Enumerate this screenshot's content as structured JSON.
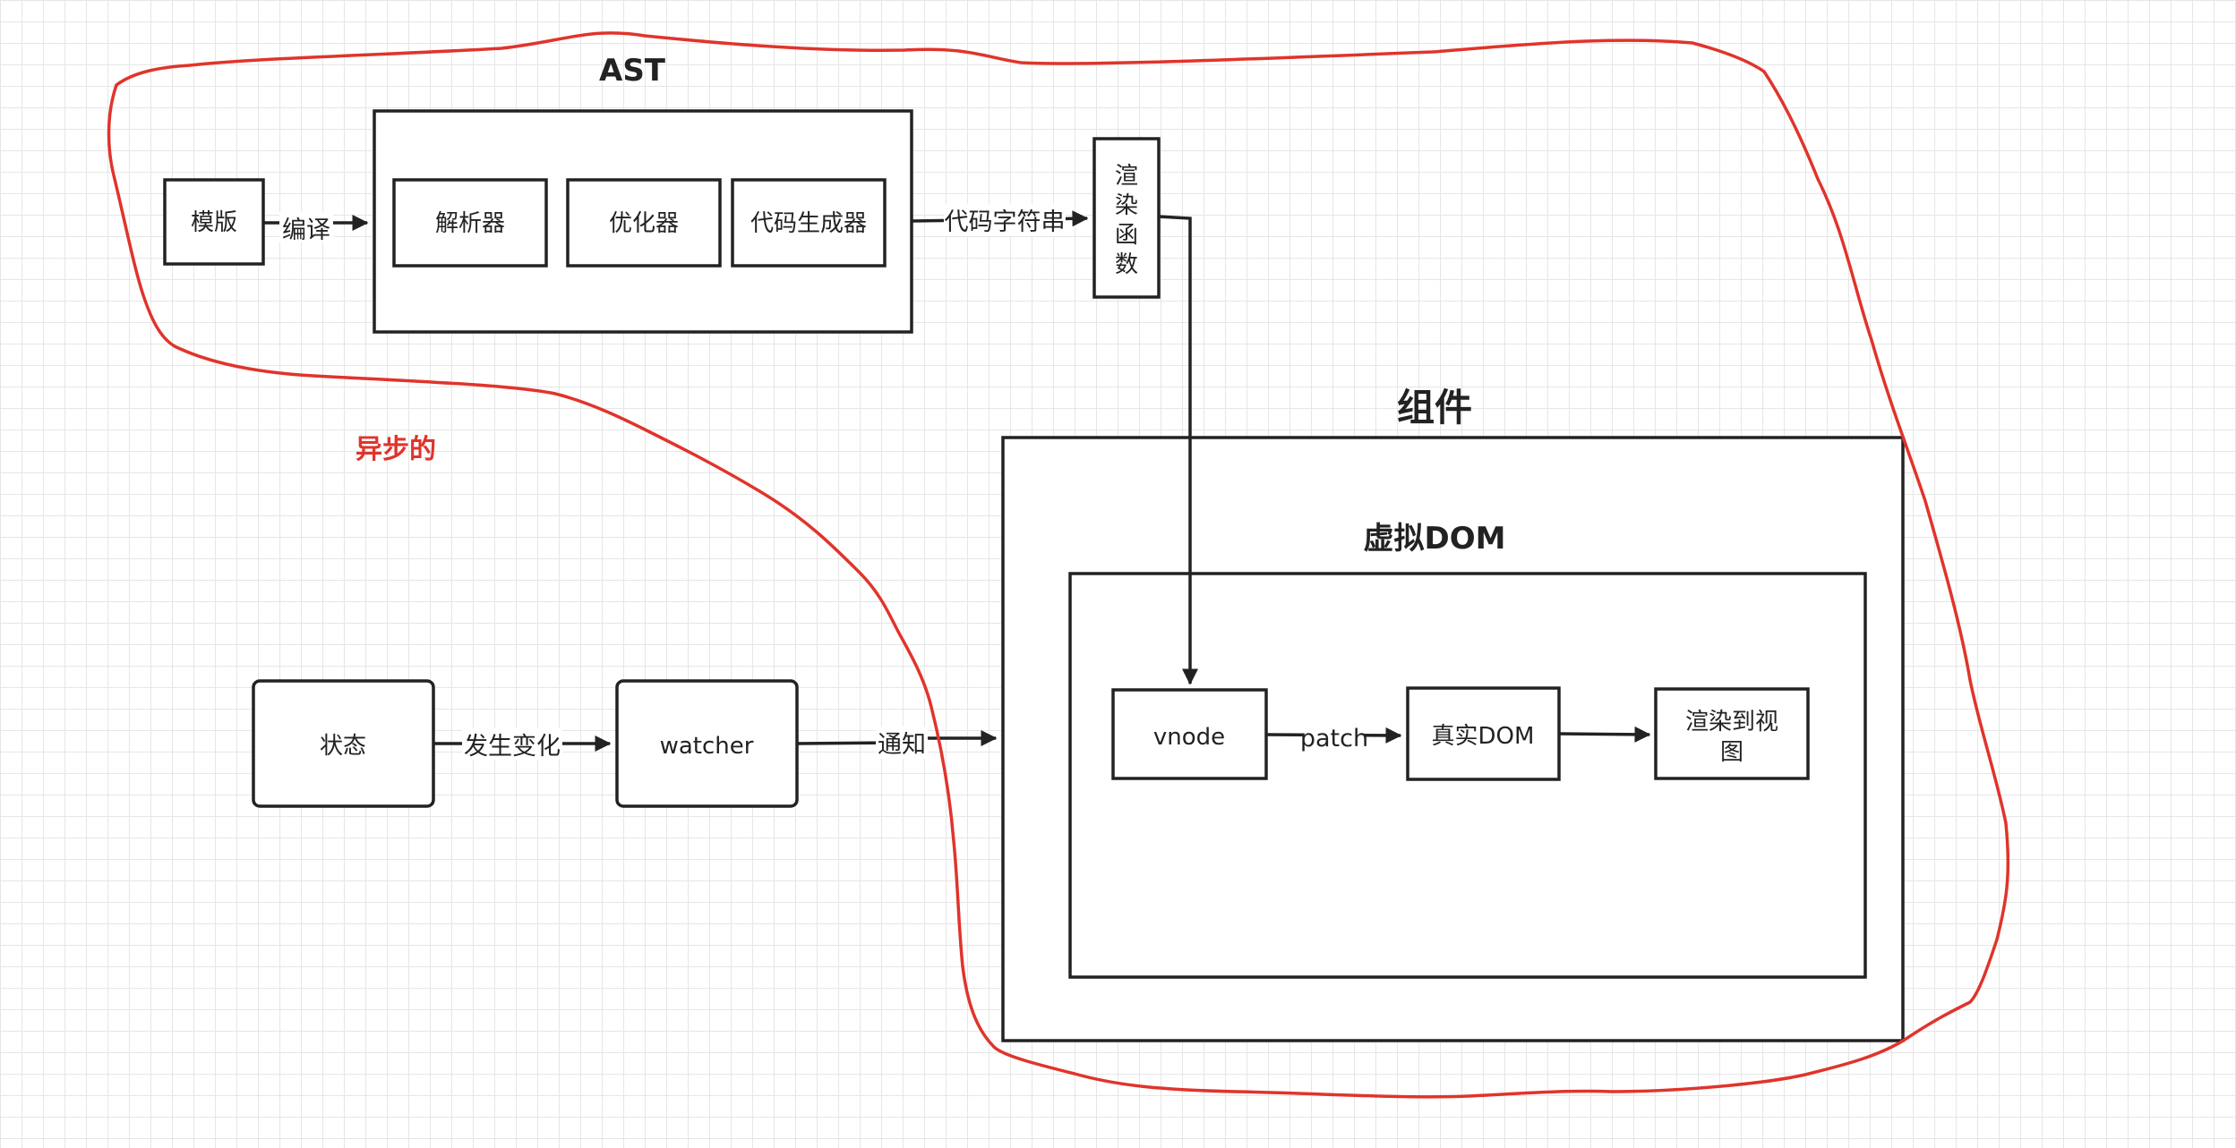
{
  "colors": {
    "stroke": "#222222",
    "annotation": "#e0342b",
    "grid": "#e6e6e6",
    "background": "#ffffff"
  },
  "groups": {
    "ast_title": "AST",
    "component_title": "组件",
    "vdom_title": "虚拟DOM"
  },
  "nodes": {
    "template": "模版",
    "parser": "解析器",
    "optimizer": "优化器",
    "codegen": "代码生成器",
    "render_fn": [
      "渲",
      "染",
      "函",
      "数"
    ],
    "state": "状态",
    "watcher": "watcher",
    "vnode": "vnode",
    "real_dom": "真实DOM",
    "render_view": [
      "渲染到视",
      "图"
    ]
  },
  "edges": {
    "compile": "编译",
    "code_string": "代码字符串",
    "change": "发生变化",
    "notify": "通知",
    "patch": "patch"
  },
  "annotation": {
    "label": "异步的"
  }
}
